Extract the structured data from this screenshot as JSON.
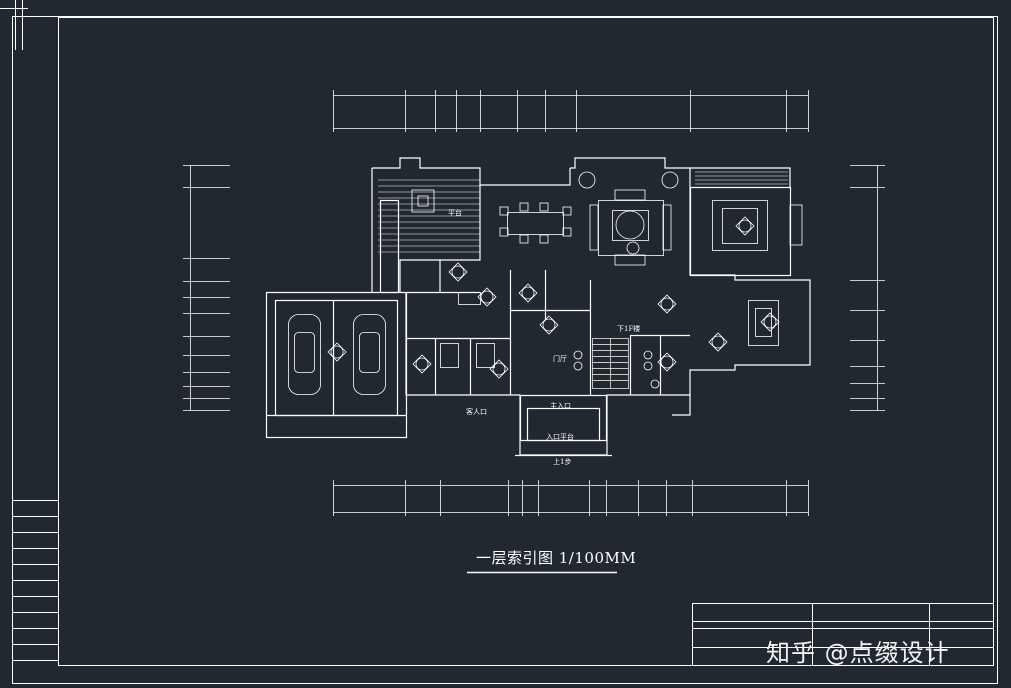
{
  "drawing": {
    "title": "一层索引图 1/100MM",
    "colors": {
      "background": "#212830",
      "lines": "#ffffff"
    }
  },
  "rooms": [
    {
      "id": "platform-left",
      "label": "平台"
    },
    {
      "id": "hall",
      "label": "门厅"
    },
    {
      "id": "downstairs",
      "label": "下1F楼"
    },
    {
      "id": "guest-entry",
      "label": "客人口"
    },
    {
      "id": "main-entry",
      "label": "主入口"
    },
    {
      "id": "entry-platform",
      "label": "入口平台"
    },
    {
      "id": "step-up",
      "label": "上1步"
    }
  ],
  "watermark": {
    "text": "知乎 @点缀设计"
  }
}
